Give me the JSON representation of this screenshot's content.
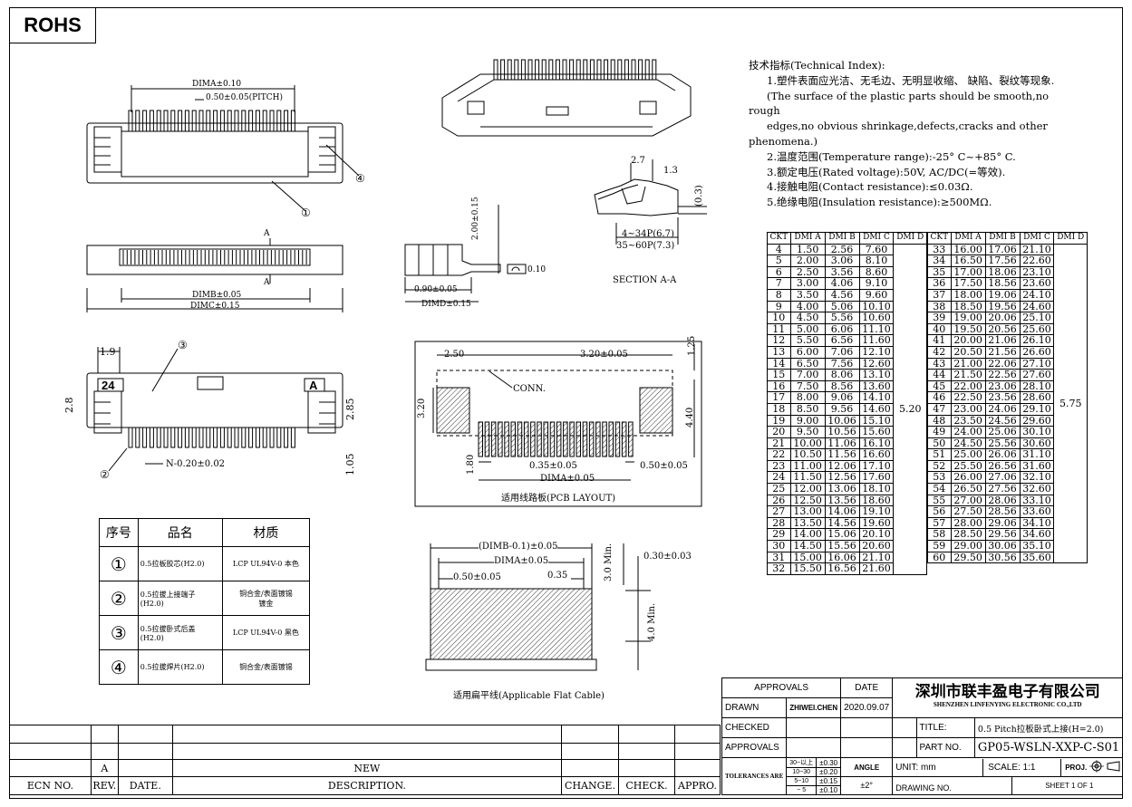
{
  "rohs": "ROHS",
  "tech": {
    "title": "技术指标(Technical Index):",
    "lines": [
      "1.塑件表面应光洁、无毛边、无明显收缩、 缺陷、裂纹等现象.",
      "(The surface of the plastic parts should be smooth,no",
      "rough",
      "edges,no obvious shrinkage,defects,cracks and other",
      "phenomena.)",
      "2.温度范围(Temperature range):-25° C~+85° C.",
      "3.额定电压(Rated voltage):50V, AC/DC(=等效).",
      "4.接触电阻(Contact resistance):≤0.03Ω.",
      "5.绝缘电阻(Insulation resistance):≥500MΩ."
    ]
  },
  "ckt_table": {
    "headers": [
      "CKT",
      "DMI A",
      "DMI B",
      "DMI C",
      "DMI D"
    ],
    "left": [
      [
        "4",
        "1.50",
        "2.56",
        "7.60"
      ],
      [
        "5",
        "2.00",
        "3.06",
        "8.10"
      ],
      [
        "6",
        "2.50",
        "3.56",
        "8.60"
      ],
      [
        "7",
        "3.00",
        "4.06",
        "9.10"
      ],
      [
        "8",
        "3.50",
        "4.56",
        "9.60"
      ],
      [
        "9",
        "4.00",
        "5.06",
        "10.10"
      ],
      [
        "10",
        "4.50",
        "5.56",
        "10.60"
      ],
      [
        "11",
        "5.00",
        "6.06",
        "11.10"
      ],
      [
        "12",
        "5.50",
        "6.56",
        "11.60"
      ],
      [
        "13",
        "6.00",
        "7.06",
        "12.10"
      ],
      [
        "14",
        "6.50",
        "7.56",
        "12.60"
      ],
      [
        "15",
        "7.00",
        "8.06",
        "13.10"
      ],
      [
        "16",
        "7.50",
        "8.56",
        "13.60"
      ],
      [
        "17",
        "8.00",
        "9.06",
        "14.10"
      ],
      [
        "18",
        "8.50",
        "9.56",
        "14.60"
      ],
      [
        "19",
        "9.00",
        "10.06",
        "15.10"
      ],
      [
        "20",
        "9.50",
        "10.56",
        "15.60"
      ],
      [
        "21",
        "10.00",
        "11.06",
        "16.10"
      ],
      [
        "22",
        "10.50",
        "11.56",
        "16.60"
      ],
      [
        "23",
        "11.00",
        "12.06",
        "17.10"
      ],
      [
        "24",
        "11.50",
        "12.56",
        "17.60"
      ],
      [
        "25",
        "12.00",
        "13.06",
        "18.10"
      ],
      [
        "26",
        "12.50",
        "13.56",
        "18.60"
      ],
      [
        "27",
        "13.00",
        "14.06",
        "19.10"
      ],
      [
        "28",
        "13.50",
        "14.56",
        "19.60"
      ],
      [
        "29",
        "14.00",
        "15.06",
        "20.10"
      ],
      [
        "30",
        "14.50",
        "15.56",
        "20.60"
      ],
      [
        "31",
        "15.00",
        "16.06",
        "21.10"
      ],
      [
        "32",
        "15.50",
        "16.56",
        "21.60"
      ]
    ],
    "left_d": "5.20",
    "right": [
      [
        "33",
        "16.00",
        "17.06",
        "21.10"
      ],
      [
        "34",
        "16.50",
        "17.56",
        "22.60"
      ],
      [
        "35",
        "17.00",
        "18.06",
        "23.10"
      ],
      [
        "36",
        "17.50",
        "18.56",
        "23.60"
      ],
      [
        "37",
        "18.00",
        "19.06",
        "24.10"
      ],
      [
        "38",
        "18.50",
        "19.56",
        "24.60"
      ],
      [
        "39",
        "19.00",
        "20.06",
        "25.10"
      ],
      [
        "40",
        "19.50",
        "20.56",
        "25.60"
      ],
      [
        "41",
        "20.00",
        "21.06",
        "26.10"
      ],
      [
        "42",
        "20.50",
        "21.56",
        "26.60"
      ],
      [
        "43",
        "21.00",
        "22.06",
        "27.10"
      ],
      [
        "44",
        "21.50",
        "22.56",
        "27.60"
      ],
      [
        "45",
        "22.00",
        "23.06",
        "28.10"
      ],
      [
        "46",
        "22.50",
        "23.56",
        "28.60"
      ],
      [
        "47",
        "23.00",
        "24.06",
        "29.10"
      ],
      [
        "48",
        "23.50",
        "24.56",
        "29.60"
      ],
      [
        "49",
        "24.00",
        "25.06",
        "30.10"
      ],
      [
        "50",
        "24.50",
        "25.56",
        "30.60"
      ],
      [
        "51",
        "25.00",
        "26.06",
        "31.10"
      ],
      [
        "52",
        "25.50",
        "26.56",
        "31.60"
      ],
      [
        "53",
        "26.00",
        "27.06",
        "32.10"
      ],
      [
        "54",
        "26.50",
        "27.56",
        "32.60"
      ],
      [
        "55",
        "27.00",
        "28.06",
        "33.10"
      ],
      [
        "56",
        "27.50",
        "28.56",
        "33.60"
      ],
      [
        "57",
        "28.00",
        "29.06",
        "34.10"
      ],
      [
        "58",
        "28.50",
        "29.56",
        "34.60"
      ],
      [
        "59",
        "29.00",
        "30.06",
        "35.10"
      ],
      [
        "60",
        "29.50",
        "30.56",
        "35.60"
      ]
    ],
    "right_d": "5.75"
  },
  "materials": {
    "headers": [
      "序号",
      "品名",
      "材质"
    ],
    "rows": [
      {
        "no": "①",
        "name": "0.5拉板胶芯(H2.0)",
        "mat": "LCP UL94V-0 本色"
      },
      {
        "no": "②",
        "name": "0.5拉拔上接端子\n(H2.0)",
        "mat": "铜合金/表面镀锡\n镀金"
      },
      {
        "no": "③",
        "name": "0.5拉拔卧式后盖\n(H2.0)",
        "mat": "LCP UL94V-0 黑色"
      },
      {
        "no": "④",
        "name": "0.5拉拔焊片(H2.0)",
        "mat": "铜合金/表面镀锡"
      }
    ]
  },
  "dims": {
    "dima_top": "DIMA±0.10",
    "pitch": "0.50±0.05(PITCH)",
    "dimb": "DIMB±0.05",
    "dimc": "DIMC±0.15",
    "a1": "A",
    "a2": "A",
    "h200": "2.00±0.15",
    "d090": "0.90±0.05",
    "dimd": "DIMD±0.15",
    "flat": "0.10",
    "d27": "2.7",
    "d13": "1.3",
    "d03": "(0.3)",
    "p434": "4~34P(6.7)",
    "p3560": "35~60P(7.3)",
    "section": "SECTION A-A",
    "d19": "1.9",
    "d28": "2.8",
    "d285": "2.85",
    "d105": "1.05",
    "n020": "N-0.20±0.02",
    "lab24": "24",
    "labA": "A",
    "pcb250": "2.50",
    "pcb320w": "3.20±0.05",
    "pcb125": "1.25",
    "conn": "CONN.",
    "pcb320h": "3.20",
    "pcb440": "4.40",
    "pcb180": "1.80",
    "pcb035": "0.35±0.05",
    "pcb050": "0.50±0.05",
    "pcbdima": "DIMA±0.05",
    "pcb_caption": "适用线路板(PCB LAYOUT)",
    "fc_dimb": "(DIMB-0.1)±0.05",
    "fc_dima": "DIMA±0.05",
    "fc_050": "0.50±0.05",
    "fc_035": "0.35",
    "fc_030": "0.30±0.03",
    "fc_30min": "3.0 Min.",
    "fc_40min": "4.0 Min.",
    "fc_caption": "适用扁平线(Applicable Flat Cable)",
    "b1": "①",
    "b2": "②",
    "b3": "③",
    "b4": "④"
  },
  "title_block": {
    "approvals": "APPROVALS",
    "date": "DATE",
    "company_cn": "深圳市联丰盈电子有限公司",
    "company_en": "SHENZHEN LINFENYING ELECTRONIC CO.,LTD",
    "drawn": "DRAWN",
    "drawn_by": "ZHIWEI.CHEN",
    "drawn_date": "2020.09.07",
    "checked": "CHECKED",
    "approvals2": "APPROVALS",
    "title_label": "TITLE:",
    "title": "0.5 Pitch拉板卧式上接(H=2.0)",
    "part_label": "PART NO.",
    "part_no": "GP05-WSLN-XXP-C-S01",
    "tolerances": "TOLERANCES ARE",
    "tol_ranges": [
      "30~以上",
      "10~30",
      "5~10",
      "~ 5"
    ],
    "tol_values": [
      "±0.30",
      "±0.20",
      "±0.15",
      "±0.10"
    ],
    "angle": "ANGLE",
    "angle_val": "±2°",
    "unit_label": "UNIT:",
    "unit": "mm",
    "scale_label": "SCALE:",
    "scale": "1:1",
    "proj": "PROJ.",
    "drawing_no": "DRAWING NO.",
    "sheet": "SHEET  1 OF 1"
  },
  "revision": {
    "rev": "A",
    "desc": "NEW",
    "headers": [
      "ECN NO.",
      "REV.",
      "DATE.",
      "DESCRIPTION.",
      "CHANGE.",
      "CHECK.",
      "APPRO."
    ]
  }
}
